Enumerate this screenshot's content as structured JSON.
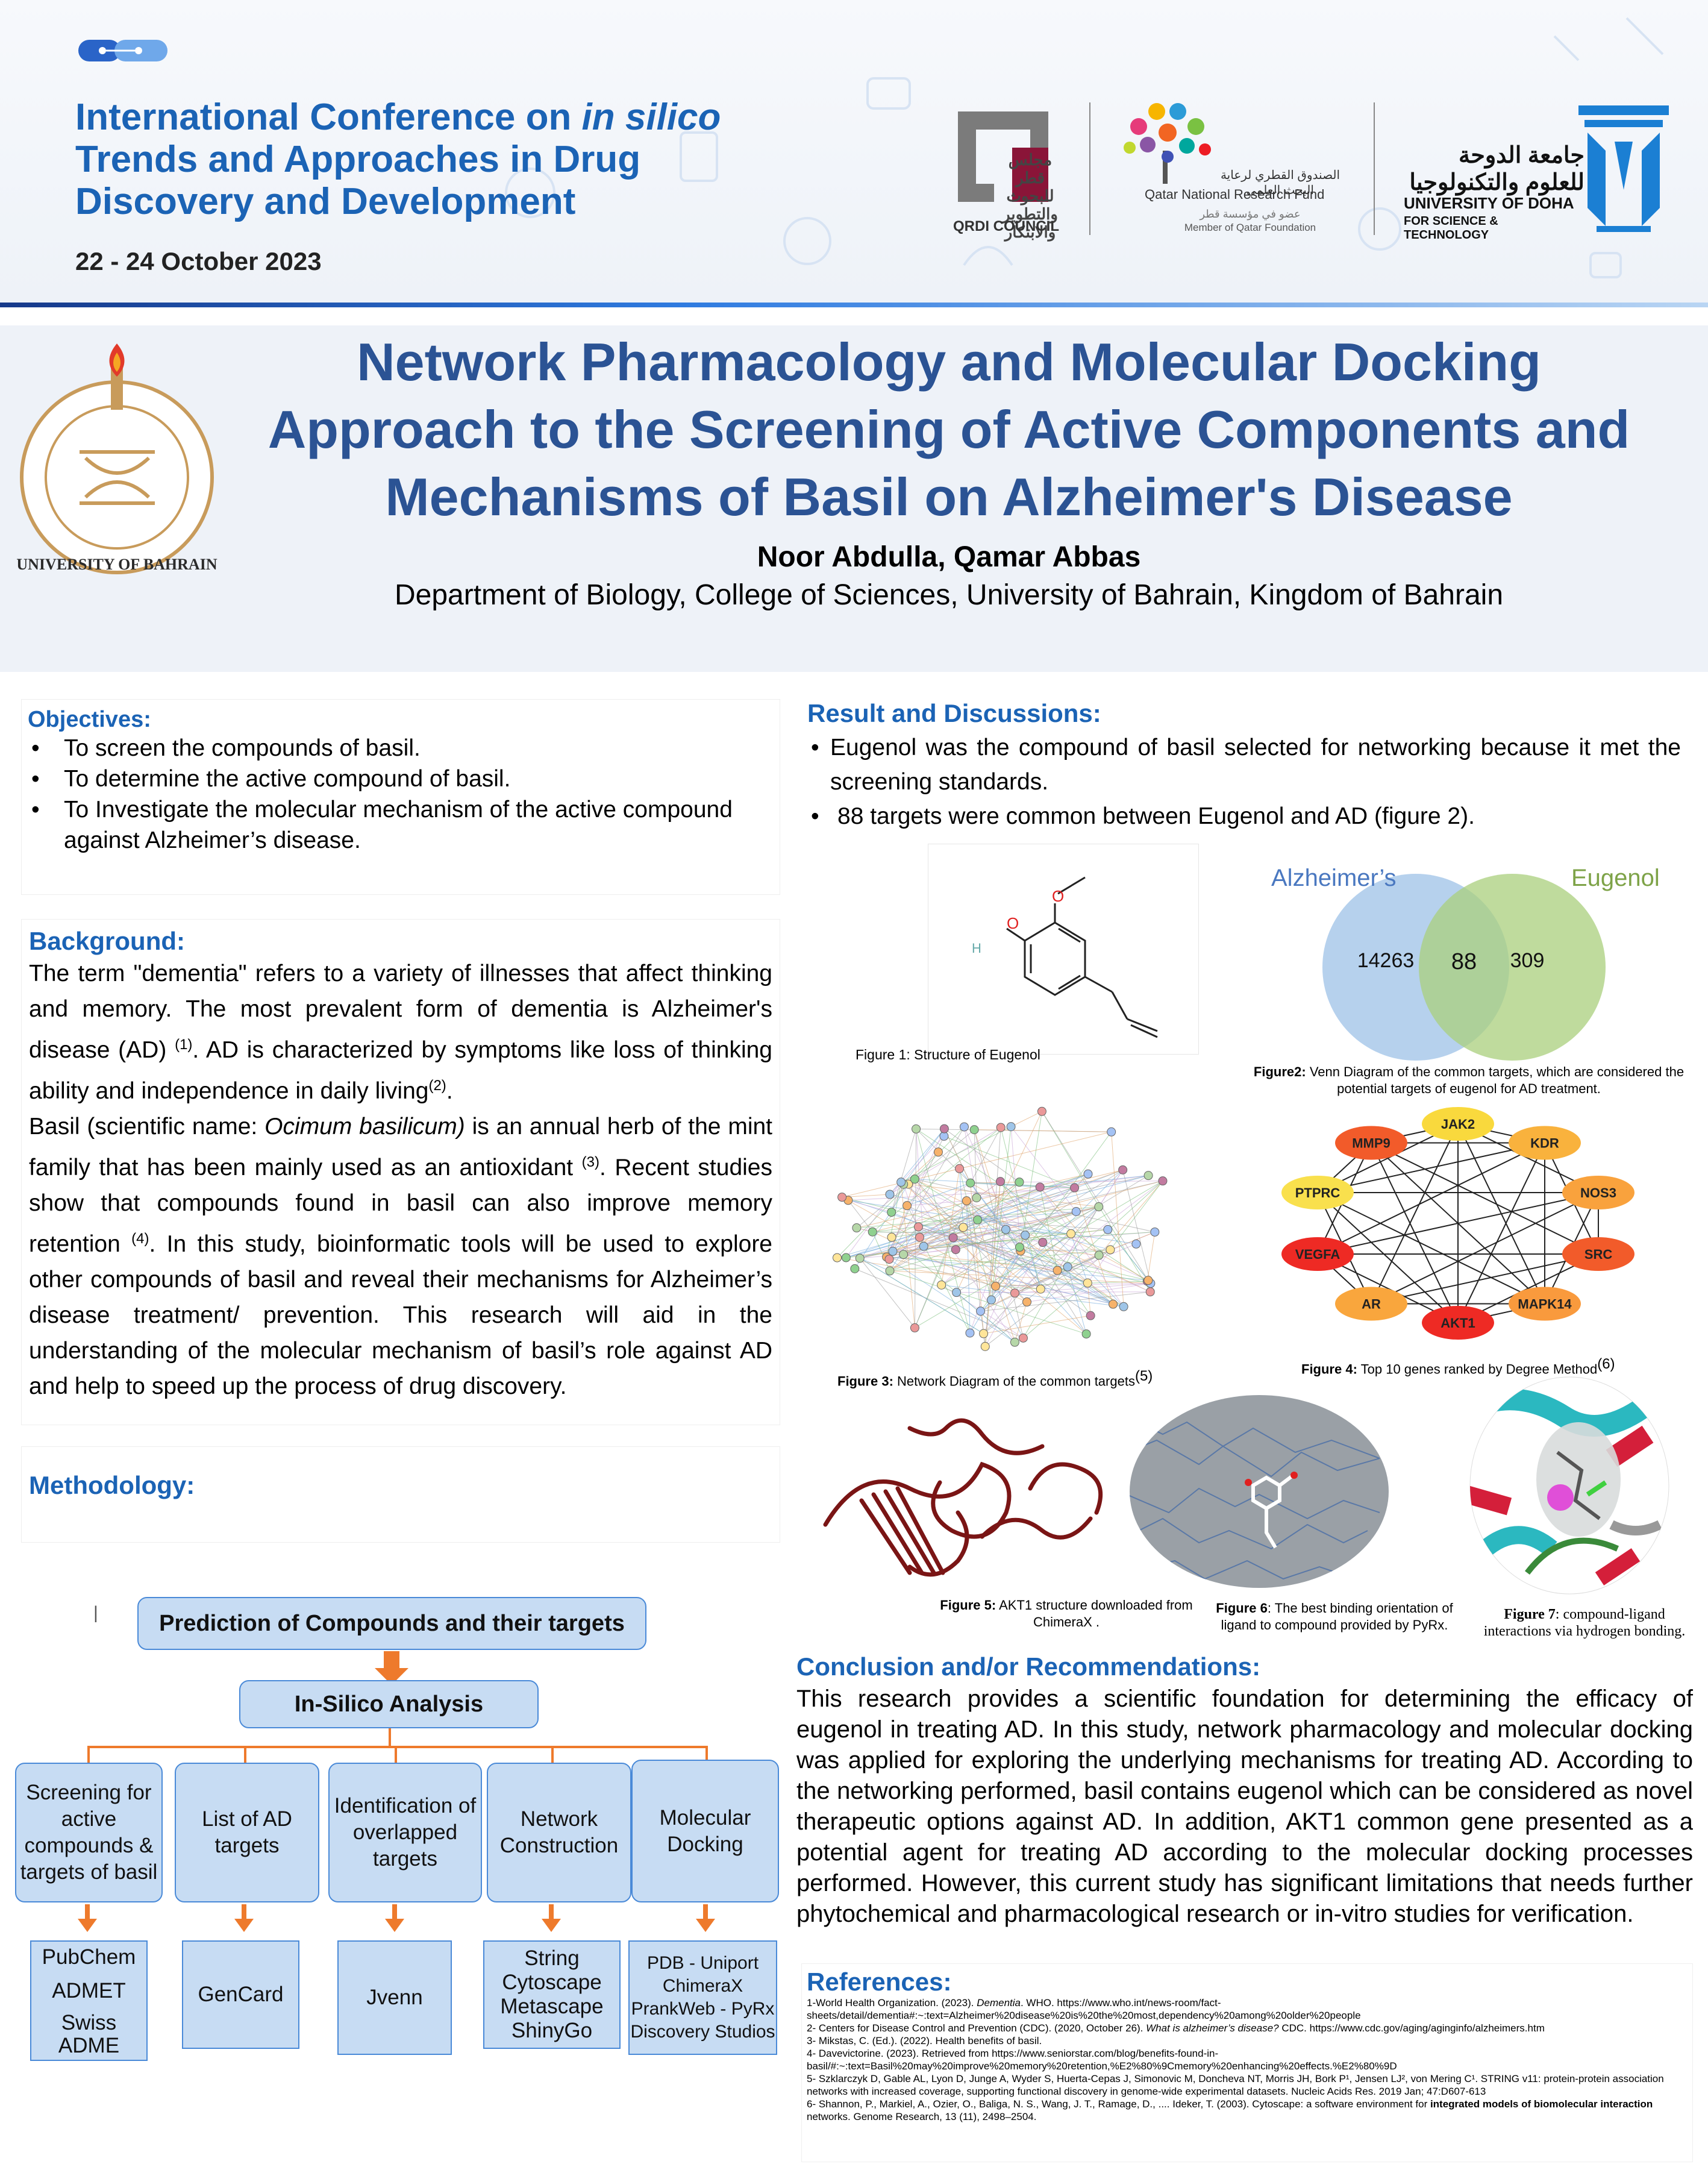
{
  "header": {
    "conference_title_line1_pre": "International Conference on ",
    "conference_title_line1_em": "in silico",
    "conference_title_line2": "Trends and Approaches in Drug",
    "conference_title_line3": "Discovery and Development",
    "dates": "22 - 24 October 2023",
    "qrdi_arabic": "مجلس قطر للبحوث والتطوير والابتكار",
    "qrdi_label": "QRDI COUNCIL",
    "qnrf_arabic": "الصندوق القطري لرعاية البحث العلمي",
    "qnrf_label": "Qatar National Research Fund",
    "qnrf_member_arabic": "عضو في مؤسسة قطر",
    "qnrf_member": "Member of Qatar Foundation",
    "udst_arabic": "جامعة الدوحة للعلوم والتكنولوجيا",
    "udst_label1": "UNIVERSITY OF DOHA",
    "udst_label2": "FOR SCIENCE & TECHNOLOGY"
  },
  "title": {
    "line1": "Network Pharmacology and Molecular Docking",
    "line2": "Approach to the Screening of Active Components and",
    "line3": "Mechanisms of Basil on Alzheimer's Disease",
    "authors": "Noor Abdulla, Qamar Abbas",
    "affiliation": "Department of Biology, College of Sciences, University of Bahrain, Kingdom of Bahrain",
    "seal_text": "UNIVERSITY OF BAHRAIN"
  },
  "objectives": {
    "heading": "Objectives:",
    "items": [
      "To screen the compounds of basil.",
      "To determine the active compound of basil.",
      "To Investigate the molecular mechanism of the active compound against Alzheimer’s disease."
    ]
  },
  "background": {
    "heading": "Background:",
    "p1_a": "The term \"dementia\" refers to a variety of illnesses that affect thinking and memory. The most prevalent form of dementia is Alzheimer's disease (AD) ",
    "p1_sup1": "(1)",
    "p1_b": ". AD is characterized by symptoms like loss of thinking ability and independence in daily living",
    "p1_sup2": "(2)",
    "p1_c": ".",
    "p2_a": "Basil (scientific name: ",
    "p2_em": "Ocimum basilicum)",
    "p2_b": " is an annual herb of the mint family that has been mainly used as an antioxidant ",
    "p2_sup3": "(3)",
    "p2_c": ". Recent studies show that compounds found in basil can also improve memory retention ",
    "p2_sup4": "(4)",
    "p2_d": ". In this study, bioinformatic tools will be used to explore other compounds of basil and reveal their mechanisms for Alzheimer’s disease treatment/ prevention. This research will aid in the understanding of the molecular mechanism of basil’s role against AD and help to speed up the process of drug discovery."
  },
  "methodology": {
    "heading": "Methodology",
    "heading_colon": ":",
    "stray_mark": "|",
    "top_box": "Prediction of Compounds and their targets",
    "analysis_box": "In-Silico Analysis",
    "steps": [
      "Screening for active compounds & targets of basil",
      "List of AD targets",
      "Identification of overlapped targets",
      "Network Construction",
      "Molecular Docking"
    ],
    "tools": [
      [
        "PubChem",
        "ADMET",
        "Swiss ADME"
      ],
      [
        "GenCard"
      ],
      [
        "Jvenn"
      ],
      [
        "String",
        "Cytoscape",
        "Metascape",
        "ShinyGo"
      ],
      [
        "PDB - Uniport",
        "ChimeraX",
        "PrankWeb - PyRx",
        "Discovery Studios"
      ]
    ]
  },
  "results": {
    "heading": "Result and Discussions:",
    "bullet1": "Eugenol was the compound of basil selected for networking because it met the screening standards.",
    "bullet2": "88 targets were common between Eugenol and AD (figure 2).",
    "fig1_caption": "Figure 1: Structure of Eugenol",
    "fig1_atom_h": "H",
    "fig1_atom_o": "O",
    "venn": {
      "left_label": "Alzheimer’s",
      "right_label": "Eugenol",
      "left_only": "14263",
      "overlap": "88",
      "right_only": "309",
      "left_color": "#a9c9ea",
      "right_color": "#a9cf7c"
    },
    "fig2_caption_bold": "Figure2:",
    "fig2_caption": " Venn Diagram of the common targets, which are considered the potential targets of eugenol for AD treatment.",
    "fig3_caption_bold": "Figure 3:",
    "fig3_caption": " Network Diagram of the common targets",
    "fig3_sup": "(5)",
    "fig4_caption_bold": "Figure 4:",
    "fig4_caption": " Top 10 genes ranked by Degree Method",
    "fig4_sup": "(6)",
    "hub_genes": [
      {
        "name": "JAK2",
        "color": "#f9d93d"
      },
      {
        "name": "KDR",
        "color": "#f9b23d"
      },
      {
        "name": "NOS3",
        "color": "#f9a23d"
      },
      {
        "name": "SRC",
        "color": "#f25b2a"
      },
      {
        "name": "MAPK14",
        "color": "#f99a3d"
      },
      {
        "name": "AKT1",
        "color": "#ee2a24"
      },
      {
        "name": "AR",
        "color": "#f9a63d"
      },
      {
        "name": "VEGFA",
        "color": "#ee2a24"
      },
      {
        "name": "PTPRC",
        "color": "#f9e04d"
      },
      {
        "name": "MMP9",
        "color": "#f25b2a"
      }
    ],
    "fig5_caption_bold": "Figure 5:",
    "fig5_caption": " AKT1 structure downloaded from ChimeraX .",
    "fig6_caption_bold": "Figure 6",
    "fig6_caption": ": The best binding orientation of ligand to compound provided by PyRx.",
    "fig7_caption_bold": "Figure 7",
    "fig7_caption": ": compound-ligand interactions via hydrogen bonding."
  },
  "conclusion": {
    "heading": "Conclusion and/or Recommendations:",
    "text": "This research provides a scientific foundation for determining the efficacy of eugenol in treating AD. In this study, network pharmacology and molecular docking was applied for exploring the underlying mechanisms for treating AD. According to the networking performed, basil contains eugenol which can be considered as novel therapeutic options against AD. In addition, AKT1 common gene presented as a potential agent for treating AD according to the molecular docking processes performed. However, this current study has significant limitations that needs further phytochemical and pharmacological research or in-vitro studies for verification."
  },
  "references": {
    "heading": "References:",
    "r1_a": "1-World Health Organization. (2023). ",
    "r1_em": "Dementia",
    "r1_b": ". WHO. https://www.who.int/news-room/fact-sheets/detail/dementia#:~:text=Alzheimer%20disease%20is%20the%20most,dependency%20among%20older%20people",
    "r2_a": "2- Centers for Disease Control and Prevention (CDC). (2020, October 26). ",
    "r2_em": "What is alzheimer’s disease?",
    "r2_b": " CDC. https://www.cdc.gov/aging/aginginfo/alzheimers.htm",
    "r3": "3- Mikstas, C. (Ed.). (2022). Health benefits of basil.",
    "r4": "4- Davevictorine. (2023). Retrieved from https://www.seniorstar.com/blog/benefits-found-in-basil/#:~:text=Basil%20may%20improve%20memory%20retention,%E2%80%9Cmemory%20enhancing%20effects.%E2%80%9D",
    "r5": "5- Szklarczyk D, Gable AL, Lyon D, Junge A, Wyder S, Huerta-Cepas J, Simonovic M, Doncheva NT, Morris JH, Bork P¹, Jensen LJ², von Mering C¹. STRING v11: protein-protein association networks with increased coverage, supporting functional discovery in genome-wide experimental datasets. Nucleic Acids Res. 2019 Jan; 47:D607-613",
    "r6_a": "6- Shannon, P., Markiel, A., Ozier, O., Baliga, N. S., Wang, J. T., Ramage, D., .... Ideker, T. (2003). Cytoscape: a software environment for ",
    "r6_bold": "integrated models of biomolecular interaction",
    "r6_b": " networks. Genome Research, 13 (11), 2498–2504."
  },
  "colors": {
    "heading_blue": "#1b63b5",
    "title_navy": "#2b5394",
    "accent_orange": "#ee7a2c",
    "box_fill": "#c7dcf3",
    "box_stroke": "#4a8ad8"
  }
}
